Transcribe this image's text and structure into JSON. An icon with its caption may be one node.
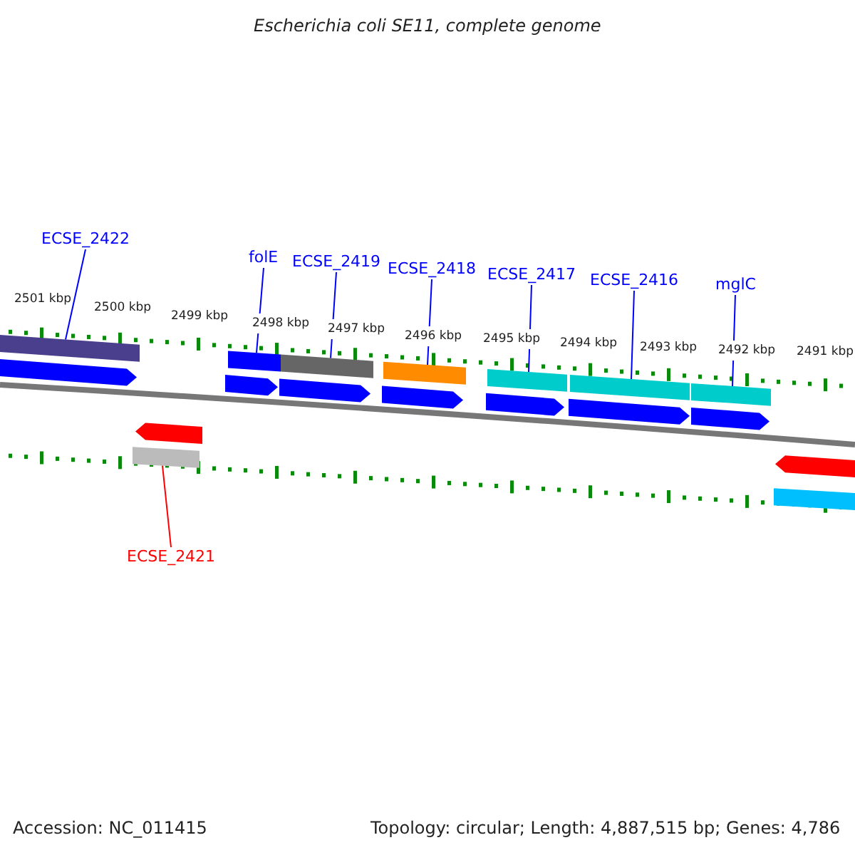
{
  "diagram": {
    "title": "Escherichia coli SE11, complete genome",
    "nodes": [
      {
        "text": [
          "ECSE_2422"
        ]
      },
      {
        "text": [
          "folE"
        ]
      },
      {
        "text": [
          "ECSE_2419"
        ]
      },
      {
        "text": [
          "ECSE_2418"
        ]
      },
      {
        "text": [
          "ECSE_2417"
        ]
      },
      {
        "text": [
          "ECSE_2416"
        ]
      },
      {
        "text": [
          "mglC"
        ]
      },
      {
        "text": [],
        "shape": "bar"
      },
      {
        "text": [],
        "shape": "bar"
      },
      {
        "text": [],
        "shape": "bar"
      },
      {
        "text": [],
        "shape": "bar"
      },
      {
        "text": [],
        "shape": "bar"
      },
      {
        "text": [],
        "shape": "bar"
      },
      {
        "text": [],
        "shape": "bar"
      },
      {
        "text": [],
        "shape": "bar"
      },
      {
        "text": [
          "ECSE_2421"
        ]
      },
      {
        "text": [],
        "shape": "arrow"
      },
      {
        "text": [],
        "shape": "arrow"
      },
      {
        "text": [],
        "shape": "arrow"
      },
      {
        "text": [],
        "shape": "arrow"
      },
      {
        "text": [],
        "shape": "arrow"
      },
      {
        "text": [],
        "shape": "arrow"
      },
      {
        "text": [],
        "shape": "arrow"
      },
      {
        "text": [],
        "shape": "arrow"
      },
      {
        "text": [],
        "shape": "arrow"
      },
      {
        "text": [],
        "shape": "bar"
      }
    ],
    "edges": [
      {
        "from": 0,
        "to": 7,
        "arrow": "none"
      },
      {
        "from": 1,
        "to": 8,
        "arrow": "none"
      },
      {
        "from": 2,
        "to": 9,
        "arrow": "none"
      },
      {
        "from": 3,
        "to": 10,
        "arrow": "none"
      },
      {
        "from": 4,
        "to": 11,
        "arrow": "none"
      },
      {
        "from": 5,
        "to": 12,
        "arrow": "none"
      },
      {
        "from": 6,
        "to": 13,
        "arrow": "none"
      },
      {
        "from": 15,
        "to": 14,
        "arrow": "none",
        "color": "#ff0000"
      }
    ],
    "labels": [
      "2501 kbp",
      "2500 kbp",
      "2499 kbp",
      "2498 kbp",
      "2497 kbp",
      "2496 kbp",
      "2495 kbp",
      "2494 kbp",
      "2493 kbp",
      "2492 kbp",
      "2491 kbp",
      "Accession: NC_011415",
      "Topology: circular; Length: 4,887,515 bp; Genes: 4,786"
    ]
  }
}
